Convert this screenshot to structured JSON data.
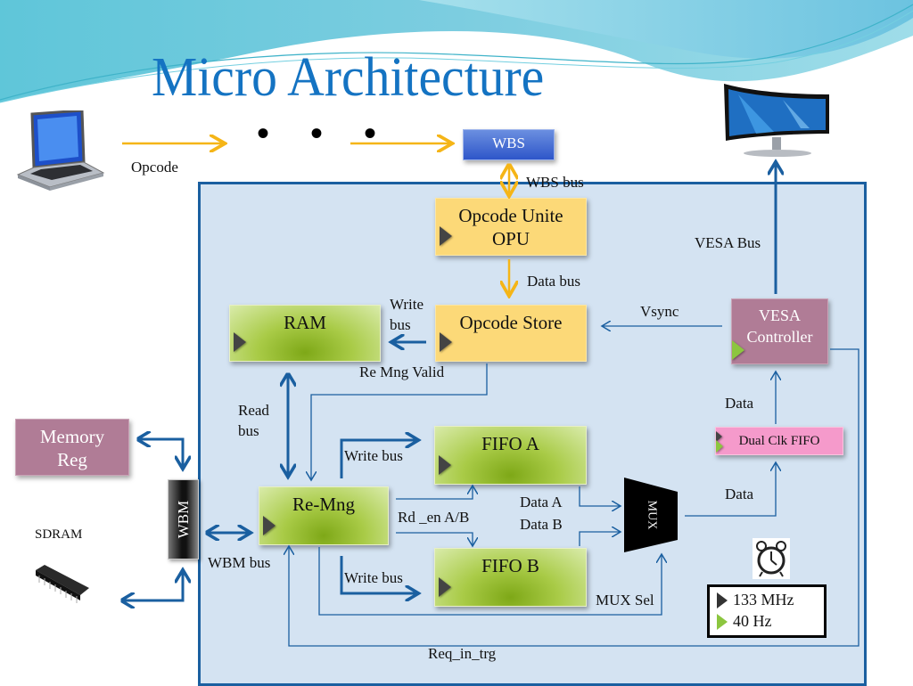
{
  "slide": {
    "title": "Micro Architecture",
    "ellipsis": "• • •"
  },
  "external": {
    "laptop_label": "Opcode",
    "wbs": "WBS",
    "wbs_bus": "WBS bus",
    "monitor_bus": "VESA Bus",
    "memory_reg": [
      "Memory",
      "Reg"
    ],
    "sdram_label": "SDRAM",
    "wbm": "WBM",
    "wbm_bus": "WBM bus"
  },
  "blocks": {
    "opu": [
      "Opcode Unite",
      "OPU"
    ],
    "opcode_store": "Opcode Store",
    "ram": "RAM",
    "re_mng": "Re-Mng",
    "fifo_a": "FIFO A",
    "fifo_b": "FIFO B",
    "vesa_controller": [
      "VESA",
      "Controller"
    ],
    "dual_clk_fifo": "Dual Clk FIFO",
    "mux": "MUX"
  },
  "signals": {
    "data_bus": "Data bus",
    "write_bus_ram": [
      "Write",
      "bus"
    ],
    "vsync": "Vsync",
    "re_mng_valid": "Re Mng Valid",
    "read_bus": [
      "Read",
      "bus"
    ],
    "write_bus_a": "Write  bus",
    "write_bus_b": "Write  bus",
    "rd_en": "Rd _en A/B",
    "data_a": "Data A",
    "data_b": "Data B",
    "data_mux_out": "Data",
    "data_to_vesa": "Data",
    "mux_sel": "MUX Sel",
    "req_in_trg": "Req_in_trg"
  },
  "clocks": {
    "fast": "133 MHz",
    "slow": "40 Hz"
  },
  "colors": {
    "title": "#1473c2",
    "arrow_blue": "#1a5fa0",
    "arrow_yellow": "#f5b517",
    "panel": "#d4e3f2"
  }
}
